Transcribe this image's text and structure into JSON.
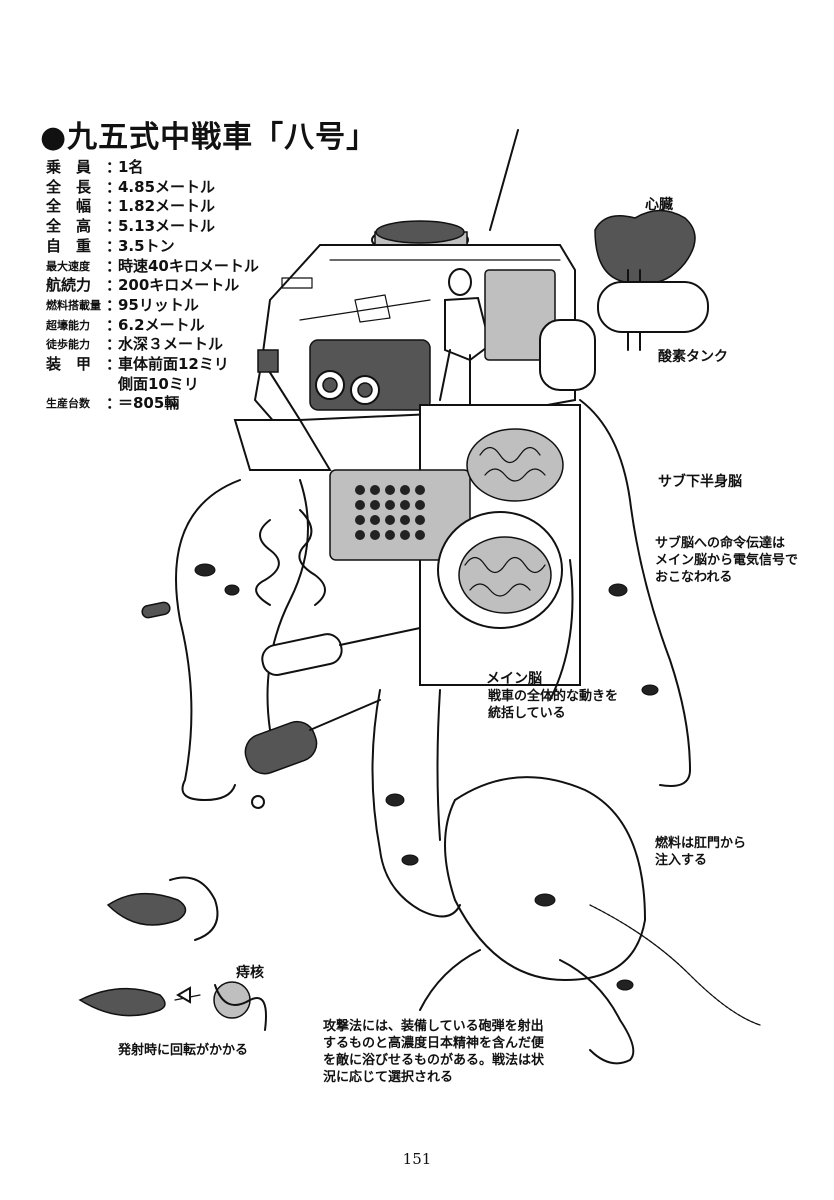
{
  "title": "●九五式中戦車「八号」",
  "specs": [
    {
      "label": "乗　員",
      "sep": "：",
      "value": "1名"
    },
    {
      "label": "全　長",
      "sep": "：",
      "value": "4.85メートル"
    },
    {
      "label": "全　幅",
      "sep": "：",
      "value": "1.82メートル"
    },
    {
      "label": "全　高",
      "sep": "：",
      "value": "5.13メートル"
    },
    {
      "label": "自　重",
      "sep": "：",
      "value": "3.5トン"
    },
    {
      "label": "最大速度",
      "sep": "：",
      "value": "時速40キロメートル"
    },
    {
      "label": "航続力",
      "sep": "：",
      "value": "200キロメートル"
    },
    {
      "label": "燃料搭載量",
      "sep": "：",
      "value": "95リットル"
    },
    {
      "label": "超壕能力",
      "sep": "：",
      "value": "6.2メートル"
    },
    {
      "label": "徒歩能力",
      "sep": "：",
      "value": "水深３メートル"
    },
    {
      "label": "装　甲",
      "sep": "：",
      "value": "車体前面12ミリ"
    }
  ],
  "armor_side": "側面10ミリ",
  "production": {
    "label": "生産台数",
    "sep": "：",
    "value": "＝805輛"
  },
  "labels": {
    "heart": "心臓",
    "oxygen_tank": "酸素タンク",
    "sub_brain": "サブ下半身脳",
    "sub_brain_note": [
      "サブ脳への命令伝達は",
      "メイン脳から電気信号で",
      "おこなわれる"
    ],
    "main_brain": "メイン脳",
    "main_brain_note": [
      "戦車の全体的な動きを",
      "統括している"
    ],
    "fuel_note": [
      "燃料は肛門から",
      "注入する"
    ],
    "hemorrhoid": "痔核",
    "firing_note": "発射時に回転がかかる",
    "attack_note": [
      "攻撃法には、装備している砲弾を射出",
      "するものと高濃度日本精神を含んだ便",
      "を敵に浴びせるものがある。戦法は状",
      "況に応じて選択される"
    ]
  },
  "page_number": "151",
  "icons": [
    "tank-body-drawing",
    "brain-drawing",
    "heart-drawing",
    "oxygen-tank-drawing",
    "leg-drawing",
    "shell-drawing"
  ]
}
